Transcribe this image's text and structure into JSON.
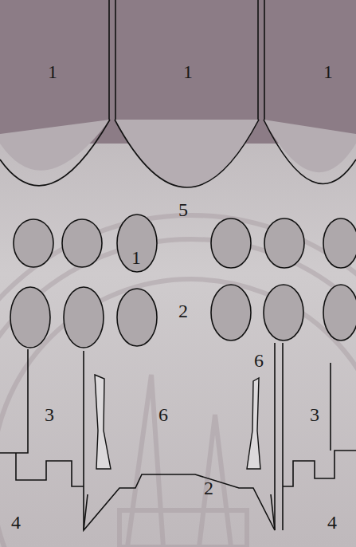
{
  "diagram": {
    "labels": [
      "1",
      "1",
      "1",
      "5",
      "1",
      "2",
      "6",
      "3",
      "6",
      "3",
      "2",
      "4",
      "4"
    ]
  }
}
